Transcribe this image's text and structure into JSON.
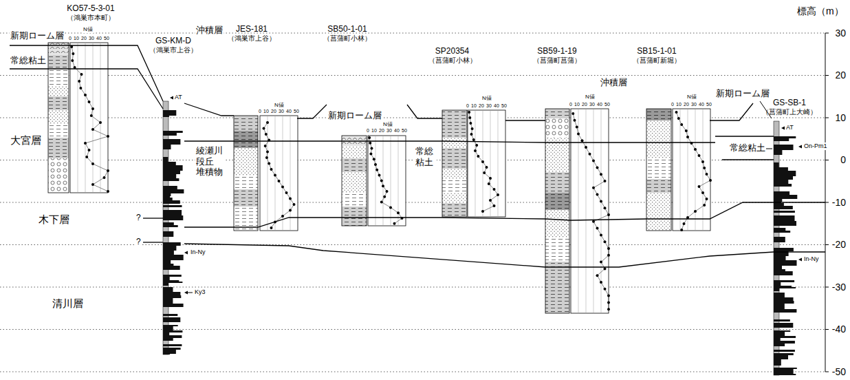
{
  "diagram": {
    "nodes": [
      {
        "text": [
          "KO57-5-3-01",
          "（鴻巣市本町）"
        ]
      },
      {
        "text": [
          "GS-KM-D",
          "（鴻巣市上谷）"
        ]
      },
      {
        "text": [
          "JES-181",
          "（鴻巣市上谷）"
        ]
      },
      {
        "text": [
          "SB50-1-01",
          "（菖蒲町小林）"
        ]
      },
      {
        "text": [
          "SP20354",
          "（菖蒲町小林）"
        ]
      },
      {
        "text": [
          "SB59-1-19",
          "（菖蒲町菖蒲）"
        ]
      },
      {
        "text": [
          "SB15-1-01",
          "（菖蒲町新堀）"
        ]
      },
      {
        "text": [
          "GS-SB-1",
          "（菖蒲町上大崎）"
        ]
      }
    ],
    "labels": [
      "標高（m）",
      "30",
      "20",
      "10",
      "0",
      "-10",
      "-20",
      "-30",
      "-40",
      "-50",
      "新期ローム層",
      "常総粘土",
      "大宮層",
      "AT",
      "沖積層",
      "綾瀬川 段丘 堆積物",
      "新期ローム層",
      "常総 粘土",
      "沖積層",
      "新期ローム層",
      "AT",
      "常総粘土",
      "On-Pm1",
      "In-Ny",
      "?",
      "木下層",
      "?",
      "In-Ny",
      "Ky3",
      "清川層",
      "N値",
      "0 10 20 30 40 50",
      "N値",
      "0 10 20 30 40 50",
      "N値",
      "0 10 20 30 40 50",
      "N値",
      "0 10 20 30 40 50",
      "N値",
      "0 10 20 30 40 50",
      "N値",
      "0 10 20 30 40 50"
    ]
  }
}
